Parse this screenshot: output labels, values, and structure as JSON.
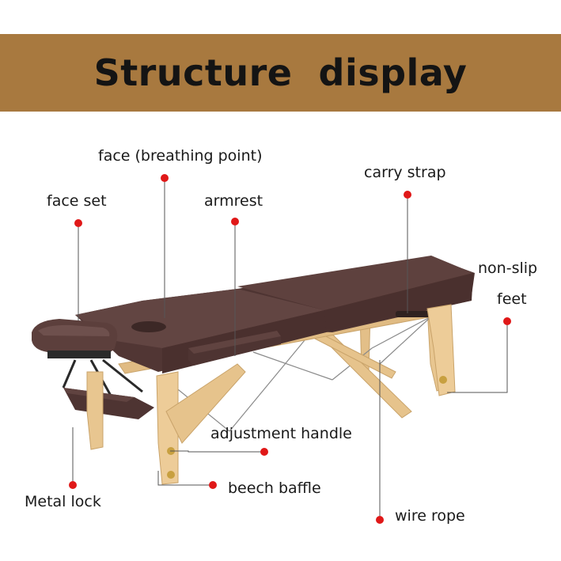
{
  "title": "Structure  display",
  "colors": {
    "banner": "#a8793f",
    "marker": "#e01818",
    "leather": "#5a3d3a",
    "wood": "#e6c38c"
  },
  "labels": {
    "face_breathing_point": "face (breathing point)",
    "face_set": "face set",
    "armrest": "armrest",
    "carry_strap": "carry strap",
    "non_slip": "non-slip",
    "feet": "feet",
    "adjustment_handle": "adjustment handle",
    "beech_baffle": "beech baffle",
    "metal_lock": "Metal lock",
    "wire_rope": "wire rope"
  }
}
